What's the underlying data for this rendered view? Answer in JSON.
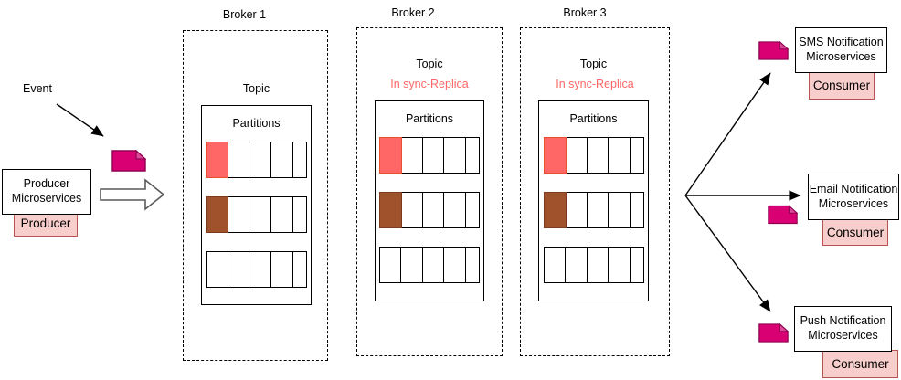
{
  "colors": {
    "pink_fill": "#f8cecc",
    "pink_border": "#b85450",
    "note_fill": "#d80073",
    "note_fold_fill": "#dd4a9a",
    "note_border": "#8f0050",
    "partition_hot_fill": "#ff6666",
    "partition_hot_border": "#e8502e",
    "partition_warm_fill": "#a0522d",
    "partition_warm_border": "#7d3a1c",
    "replica_text": "#ff6666",
    "line_color": "#000000",
    "hollow_arrow_stroke": "#595959"
  },
  "producer": {
    "event_label": "Event",
    "box_label": "Producer\nMicroservices",
    "role_label": "Producer"
  },
  "brokers": [
    {
      "title": "Broker 1",
      "topic_label": "Topic",
      "replica_label": "",
      "partitions_label": "Partitions"
    },
    {
      "title": "Broker 2",
      "topic_label": "Topic",
      "replica_label": "In sync-Replica",
      "partitions_label": "Partitions"
    },
    {
      "title": "Broker 3",
      "topic_label": "Topic",
      "replica_label": "In sync-Replica",
      "partitions_label": "Partitions"
    }
  ],
  "partitions": {
    "cells_per_row": 5,
    "rows": [
      "hot",
      "warm",
      "empty"
    ]
  },
  "consumers": [
    {
      "box_label": "SMS Notification\nMicroservices",
      "role_label": "Consumer"
    },
    {
      "box_label": "Email Notification\nMicroservices",
      "role_label": "Consumer"
    },
    {
      "box_label": "Push Notification\nMicroservices",
      "role_label": "Consumer"
    }
  ]
}
